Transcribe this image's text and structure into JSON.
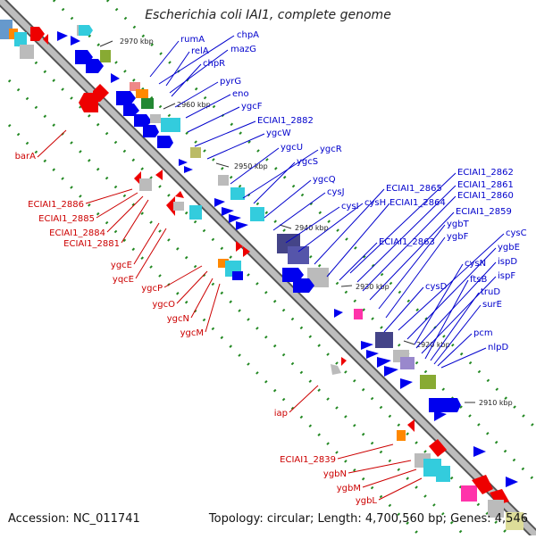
{
  "title": "Escherichia coli IAI1, complete genome",
  "accession_text": "Accession: NC_011741",
  "summary_text": "Topology: circular; Length: 4,700,560 bp; Genes: 4,546",
  "colors": {
    "forward": "#0000cc",
    "reverse": "#cc0000",
    "backbone": "#999999",
    "dots": "#228822"
  },
  "kbp_markers": [
    "2970 kbp",
    "2960 kbp",
    "2950 kbp",
    "2940 kbp",
    "2930 kbp",
    "2920 kbp",
    "2910 kbp"
  ],
  "forward_genes": [
    "rumA",
    "chpA",
    "relA",
    "mazG",
    "chpR",
    "pyrG",
    "eno",
    "ygcF",
    "ECIAI1_2882",
    "ygcW",
    "ygcU",
    "ygcR",
    "ygcS",
    "ygcQ",
    "cysJ",
    "cysI",
    "cysH",
    "ECIAI1_2865",
    "ECIAI1_2864",
    "ECIAI1_2862",
    "ECIAI1_2861",
    "ECIAI1_2860",
    "ECIAI1_2859",
    "ygbT",
    "ygbF",
    "ECIAI1_2863",
    "cysC",
    "ygbE",
    "cysN",
    "ispD",
    "ispF",
    "ftsB",
    "cysD",
    "truD",
    "surE",
    "pcm",
    "nlpD"
  ],
  "reverse_genes": [
    "barA",
    "ECIAI1_2886",
    "ECIAI1_2885",
    "ECIAI1_2884",
    "ECIAI1_2881",
    "ygcE",
    "yqcE",
    "ygcP",
    "ygcO",
    "ygcN",
    "ygcM",
    "iap",
    "ECIAI1_2839",
    "ygbN",
    "ygbM",
    "ygbL"
  ]
}
